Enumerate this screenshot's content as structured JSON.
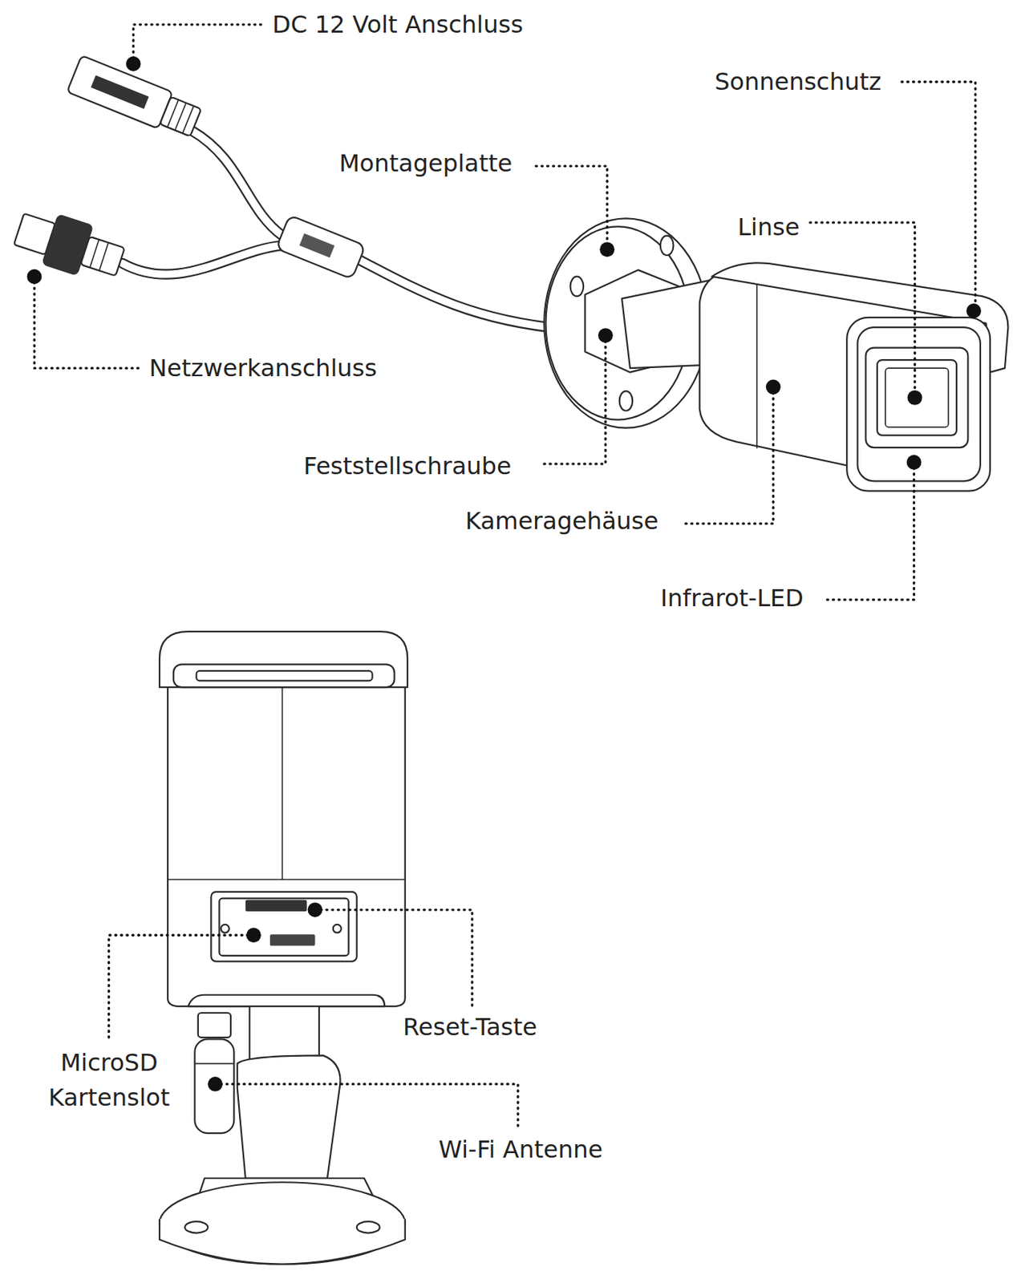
{
  "diagram": {
    "labels": [
      "DC 12 Volt Anschluss",
      "Sonnenschutz",
      "Montageplatte",
      "Linse",
      "Netzwerkanschluss",
      "Feststellschraube",
      "Kameragehäuse",
      "Infrarot-LED",
      "Reset-Taste",
      "MicroSD Kartenslot",
      "Wi-Fi Antenne"
    ]
  }
}
